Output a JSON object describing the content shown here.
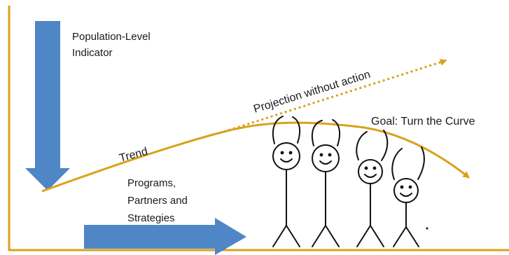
{
  "labels": {
    "indicator_line1": "Population-Level",
    "indicator_line2": "Indicator",
    "trend": "Trend",
    "projection": "Projection without action",
    "goal": "Goal: Turn the Curve",
    "programs_line1": "Programs,",
    "programs_line2": "Partners and",
    "programs_line3": "Strategies"
  },
  "colors": {
    "axis": "#d9a21b",
    "curve": "#d9a21b",
    "arrow": "#4f86c6",
    "ink": "#111111"
  },
  "figures": [
    "stick-figure",
    "stick-figure",
    "stick-figure",
    "stick-figure"
  ]
}
